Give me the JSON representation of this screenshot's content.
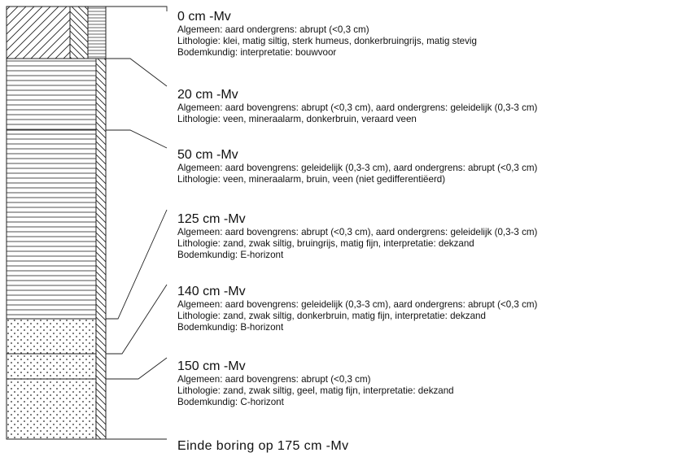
{
  "layers": [
    {
      "depth": "0 cm -Mv",
      "lines": [
        "Algemeen: aard ondergrens: abrupt (<0,3 cm)",
        "Lithologie: klei, matig siltig, sterk humeus, donkerbruingrijs, matig stevig",
        "Bodemkundig: interpretatie: bouwvoor"
      ]
    },
    {
      "depth": "20 cm -Mv",
      "lines": [
        "Algemeen: aard bovengrens: abrupt (<0,3 cm), aard ondergrens: geleidelijk (0,3-3 cm)",
        "Lithologie: veen, mineraalarm, donkerbruin, veraard veen"
      ]
    },
    {
      "depth": "50 cm -Mv",
      "lines": [
        "Algemeen: aard bovengrens: geleidelijk (0,3-3 cm), aard ondergrens: abrupt (<0,3 cm)",
        "Lithologie: veen, mineraalarm, bruin, veen (niet gedifferentiëerd)"
      ]
    },
    {
      "depth": "125 cm -Mv",
      "lines": [
        "Algemeen: aard bovengrens: abrupt (<0,3 cm), aard ondergrens: geleidelijk (0,3-3 cm)",
        "Lithologie: zand, zwak siltig, bruingrijs, matig fijn, interpretatie: dekzand",
        "Bodemkundig: E-horizont"
      ]
    },
    {
      "depth": "140 cm -Mv",
      "lines": [
        "Algemeen: aard bovengrens: geleidelijk (0,3-3 cm), aard ondergrens: abrupt (<0,3 cm)",
        "Lithologie: zand, zwak siltig, donkerbruin, matig fijn, interpretatie: dekzand",
        "Bodemkundig: B-horizont"
      ]
    },
    {
      "depth": "150 cm -Mv",
      "lines": [
        "Algemeen: aard bovengrens: abrupt (<0,3 cm)",
        "Lithologie: zand, zwak siltig, geel, matig fijn, interpretatie: dekzand",
        "Bodemkundig: C-horizont"
      ]
    }
  ],
  "end_text": "Einde boring op 175 cm -Mv"
}
